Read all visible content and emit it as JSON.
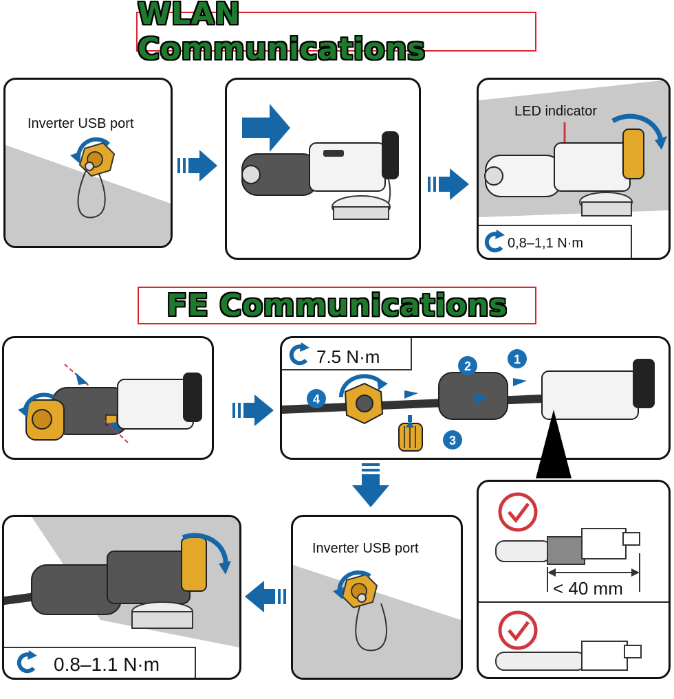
{
  "sections": {
    "wlan_title": "WLAN Communications",
    "fe_title": "FE Communications"
  },
  "labels": {
    "inverter_usb_port_1": "Inverter USB port",
    "led_indicator": "LED indicator",
    "torque_wlan": "0,8–1,1 N·m",
    "torque_nut": "7.5 N·m",
    "inverter_usb_port_2": "Inverter USB port",
    "torque_fe": "0.8–1.1 N·m",
    "cable_length": "< 40 mm"
  },
  "steps": [
    "1",
    "2",
    "3",
    "4"
  ],
  "icons": [
    "rotate-arrow-icon",
    "direction-arrow-icon",
    "checkmark-circle-icon"
  ],
  "colors": {
    "title_green": "#1e7a2c",
    "title_border": "#d9262b",
    "arrow_blue": "#1667a8",
    "step_blue": "#1a6fb3",
    "check_red": "#d0373c",
    "nut_gold": "#e3a82a",
    "wall_gray": "#c9c9c9"
  }
}
